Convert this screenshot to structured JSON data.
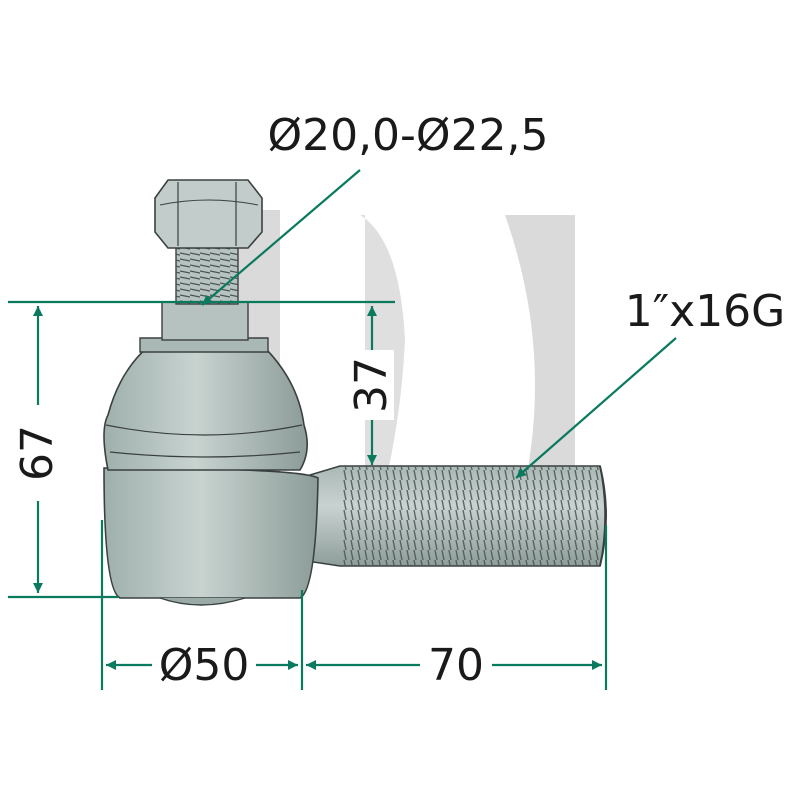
{
  "drawing": {
    "labels": {
      "bolt_diameter": "Ø20,0-Ø22,5",
      "thread": "1″x16G",
      "height_total": "67",
      "height_partial": "37",
      "body_diameter": "Ø50",
      "shank_length": "70"
    },
    "colors": {
      "dimension_green": "#0a7a5e",
      "metal_body": "#b9c6c3",
      "metal_dark": "#8fa19d",
      "outline": "#3a4040",
      "watermark": "#d4d4d4"
    },
    "part": "tie-rod-end"
  }
}
